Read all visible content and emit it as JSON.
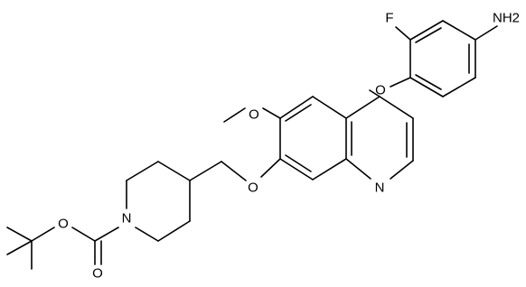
{
  "molecule": {
    "atoms": {
      "amine": "NH2",
      "fluorine": "F",
      "aryl_ether_oxygen": "O",
      "methoxy_oxygen": "O",
      "quinoline_oxygen": "O",
      "quinoline_nitrogen": "N",
      "piperidine_nitrogen": "N",
      "carbamate_ester_oxygen": "O",
      "carbamate_carbonyl_oxygen": "O"
    }
  },
  "colors": {
    "bond": "#000000",
    "label": "#000000",
    "background": "#ffffff"
  }
}
